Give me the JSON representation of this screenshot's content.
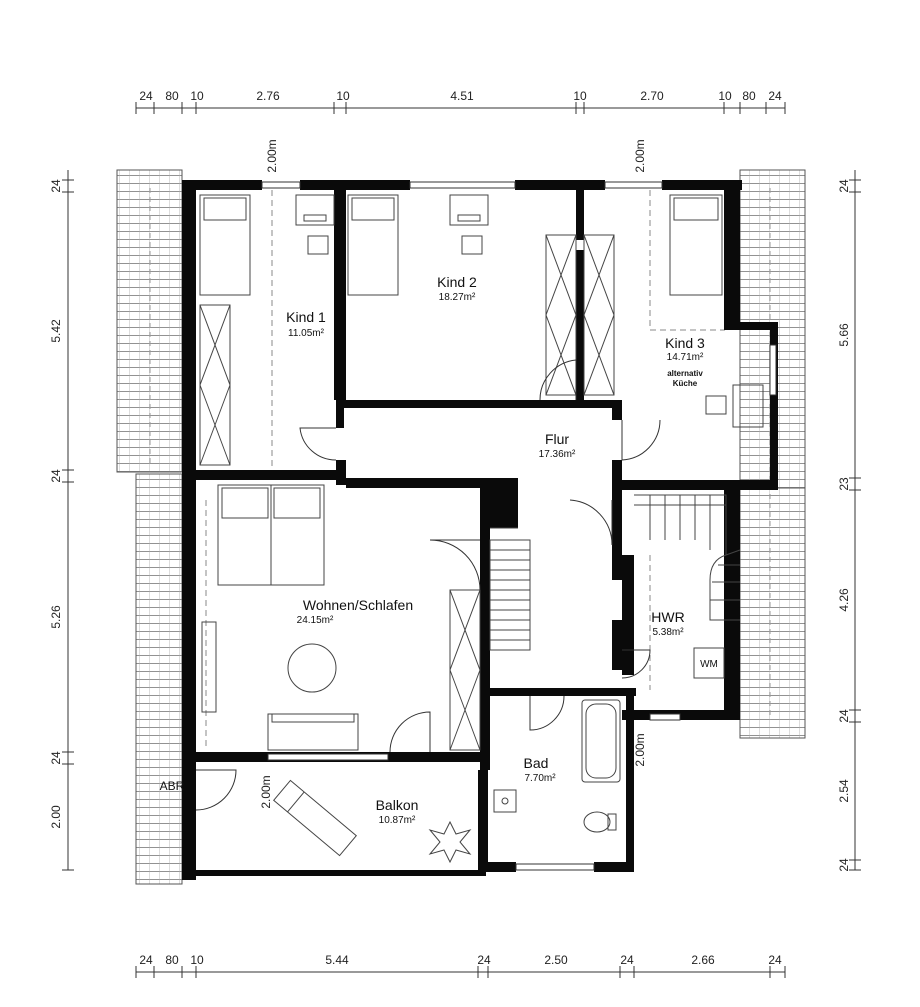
{
  "dimensions": {
    "top": [
      "24",
      "80",
      "10",
      "2.76",
      "10",
      "4.51",
      "10",
      "2.70",
      "10",
      "80",
      "24"
    ],
    "bottom": [
      "24",
      "80",
      "10",
      "5.44",
      "24",
      "2.50",
      "24",
      "2.66",
      "24"
    ],
    "left": [
      "24",
      "5.42",
      "24",
      "5.26",
      "24",
      "2.00"
    ],
    "right": [
      "24",
      "5.66",
      "23",
      "4.26",
      "24",
      "2.54",
      "24"
    ],
    "window_heights": [
      "2.00m",
      "2.00m",
      "2.00m",
      "2.00m"
    ]
  },
  "rooms": {
    "kind1": {
      "name": "Kind 1",
      "area": "11.05m²"
    },
    "kind2": {
      "name": "Kind 2",
      "area": "18.27m²"
    },
    "kind3": {
      "name": "Kind 3",
      "area": "14.71m²",
      "note1": "alternativ",
      "note2": "Küche"
    },
    "flur": {
      "name": "Flur",
      "area": "17.36m²"
    },
    "wohnen": {
      "name": "Wohnen/Schlafen",
      "area": "24.15m²"
    },
    "hwr": {
      "name": "HWR",
      "area": "5.38m²"
    },
    "bad": {
      "name": "Bad",
      "area": "7.70m²"
    },
    "balkon": {
      "name": "Balkon",
      "area": "10.87m²"
    }
  },
  "labels": {
    "abr": "ABR",
    "wm": "WM"
  },
  "colors": {
    "wall": "#0a0a0a",
    "line": "#333333",
    "dashed": "#888888"
  }
}
